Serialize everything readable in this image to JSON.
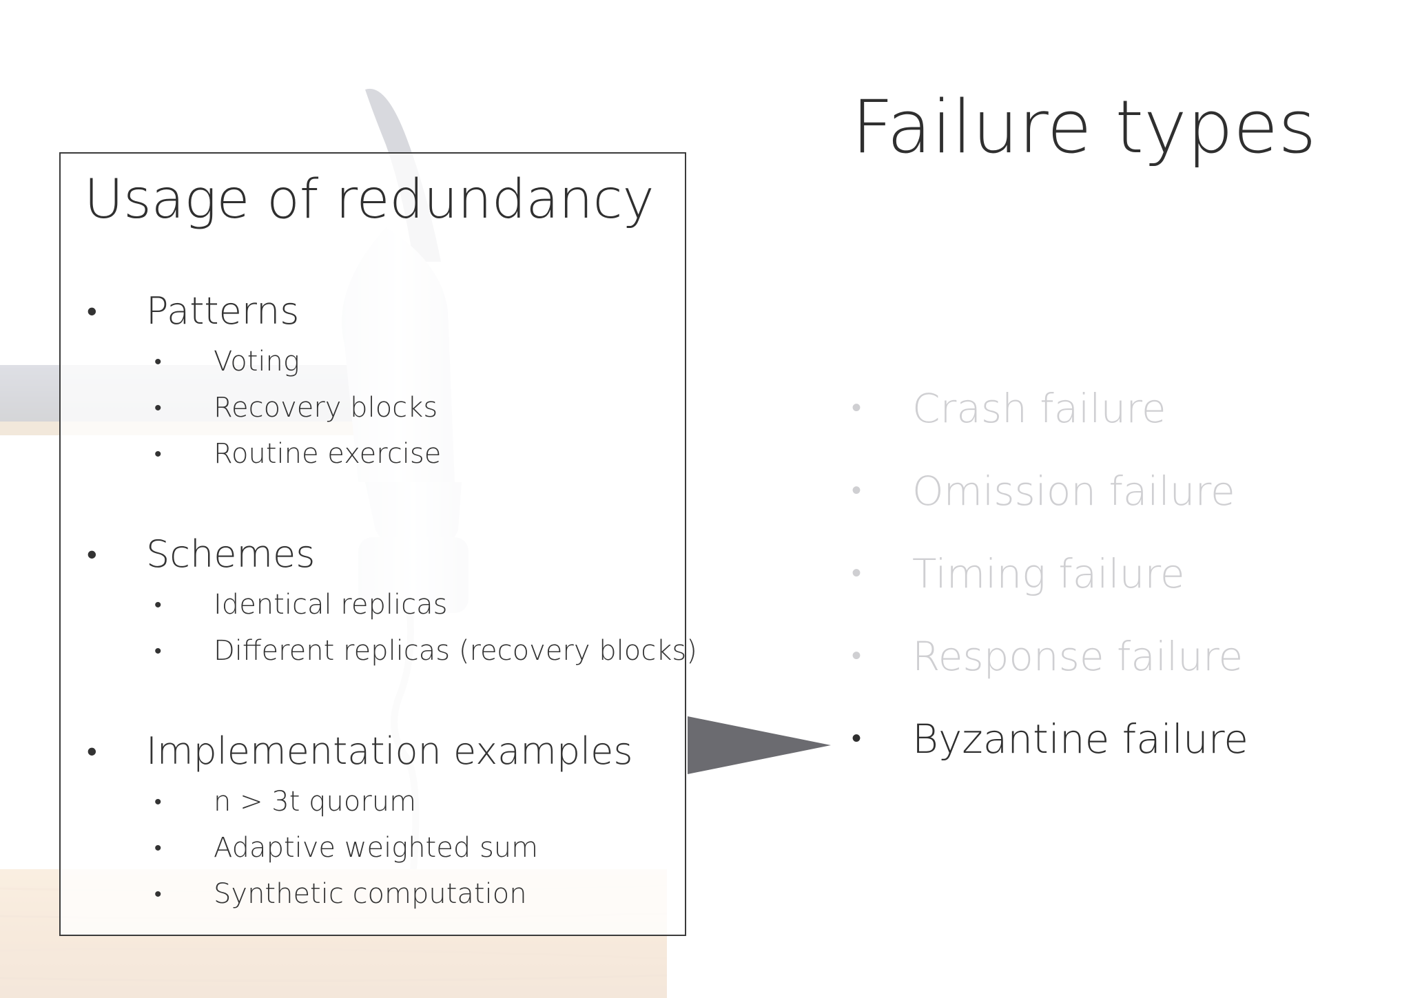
{
  "usage": {
    "title": "Usage of redundancy",
    "groups": [
      {
        "label": "Patterns",
        "items": [
          "Voting",
          "Recovery blocks",
          "Routine exercise"
        ]
      },
      {
        "label": "Schemes",
        "items": [
          "Identical replicas",
          "Different replicas (recovery blocks)"
        ]
      },
      {
        "label": "Implementation examples",
        "items": [
          "n > 3t quorum",
          "Adaptive weighted sum",
          "Synthetic computation"
        ]
      }
    ]
  },
  "failure_types": {
    "title": "Failure types",
    "items": [
      {
        "label": "Crash failure",
        "state": "dimmed"
      },
      {
        "label": "Omission failure",
        "state": "dimmed"
      },
      {
        "label": "Timing failure",
        "state": "dimmed"
      },
      {
        "label": "Response failure",
        "state": "dimmed"
      },
      {
        "label": "Byzantine failure",
        "state": "highlighted"
      }
    ]
  },
  "bullet_glyph": "•",
  "colors": {
    "dimmed_text": "#cfcfd2",
    "active_text": "#2f2f2f",
    "pointer": "#6b6b70",
    "wood": "#d4934a"
  }
}
